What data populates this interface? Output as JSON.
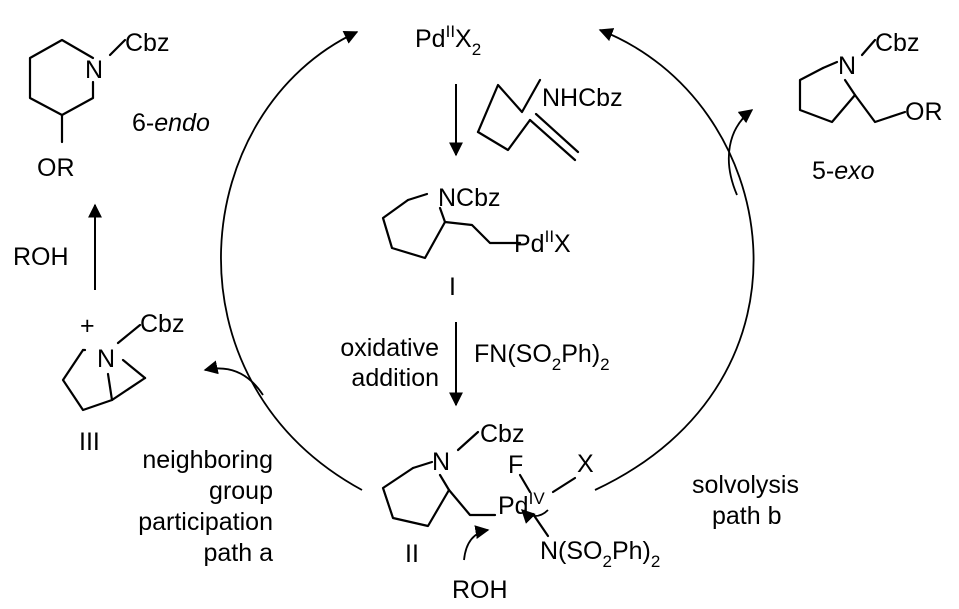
{
  "catalyst": {
    "pd": "Pd",
    "ox": "II",
    "x": "X",
    "sub": "2"
  },
  "substrate": {
    "label": "NHCbz"
  },
  "intermediate_I": {
    "n_label": "NCbz",
    "pd": "Pd",
    "ox": "II",
    "x": "X",
    "roman": "I"
  },
  "oxidation": {
    "label_line1": "oxidative",
    "label_line2": "addition",
    "reagent": {
      "a": "FN(SO",
      "sub1": "2",
      "b": "Ph)",
      "sub2": "2"
    }
  },
  "intermediate_II": {
    "n": "N",
    "cbz": "Cbz",
    "f": "F",
    "pd": "Pd",
    "ox": "IV",
    "x": "X",
    "nso": {
      "a": "N(SO",
      "sub1": "2",
      "b": "Ph)",
      "sub2": "2"
    },
    "roman": "II",
    "nucleophile": "ROH"
  },
  "aziridinium_III": {
    "plus": "+",
    "n": "N",
    "cbz": "Cbz",
    "roman": "III"
  },
  "product_6endo": {
    "n": "N",
    "cbz": "Cbz",
    "or": "OR",
    "label_num": "6-",
    "label_italic": "endo",
    "reagent": "ROH"
  },
  "product_5exo": {
    "n": "N",
    "cbz": "Cbz",
    "or": "OR",
    "label_num": "5-",
    "label_italic": "exo"
  },
  "path_a": {
    "line1": "neighboring",
    "line2": "group",
    "line3": "participation",
    "line4": "path a"
  },
  "path_b": {
    "line1": "solvolysis",
    "line2": "path b"
  }
}
